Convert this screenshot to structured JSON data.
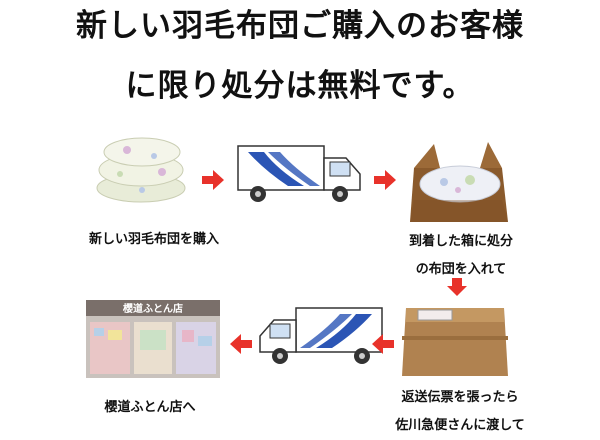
{
  "headline": {
    "line1": "新しい羽毛布団ご購入のお客様",
    "line2": "に限り処分は無料です。"
  },
  "steps": {
    "step1": "新しい羽毛布団を購入",
    "step3_line1": "到着した箱に処分",
    "step3_line2": "の布団を入れて",
    "step4_line1": "返送伝票を張ったら",
    "step4_line2": "佐川急便さんに渡して",
    "step6": "櫻道ふとん店へ"
  },
  "shop_sign": "櫻道ふとん店",
  "colors": {
    "arrow": "#e8322a",
    "truck_stripe": "#2b55b5",
    "cardboard": "#b08250"
  },
  "icons": [
    "futon-image",
    "delivery-truck-image",
    "open-box-image",
    "sealed-box-image",
    "futon-shop-image",
    "right-arrow-icon",
    "down-arrow-icon",
    "left-arrow-icon"
  ]
}
